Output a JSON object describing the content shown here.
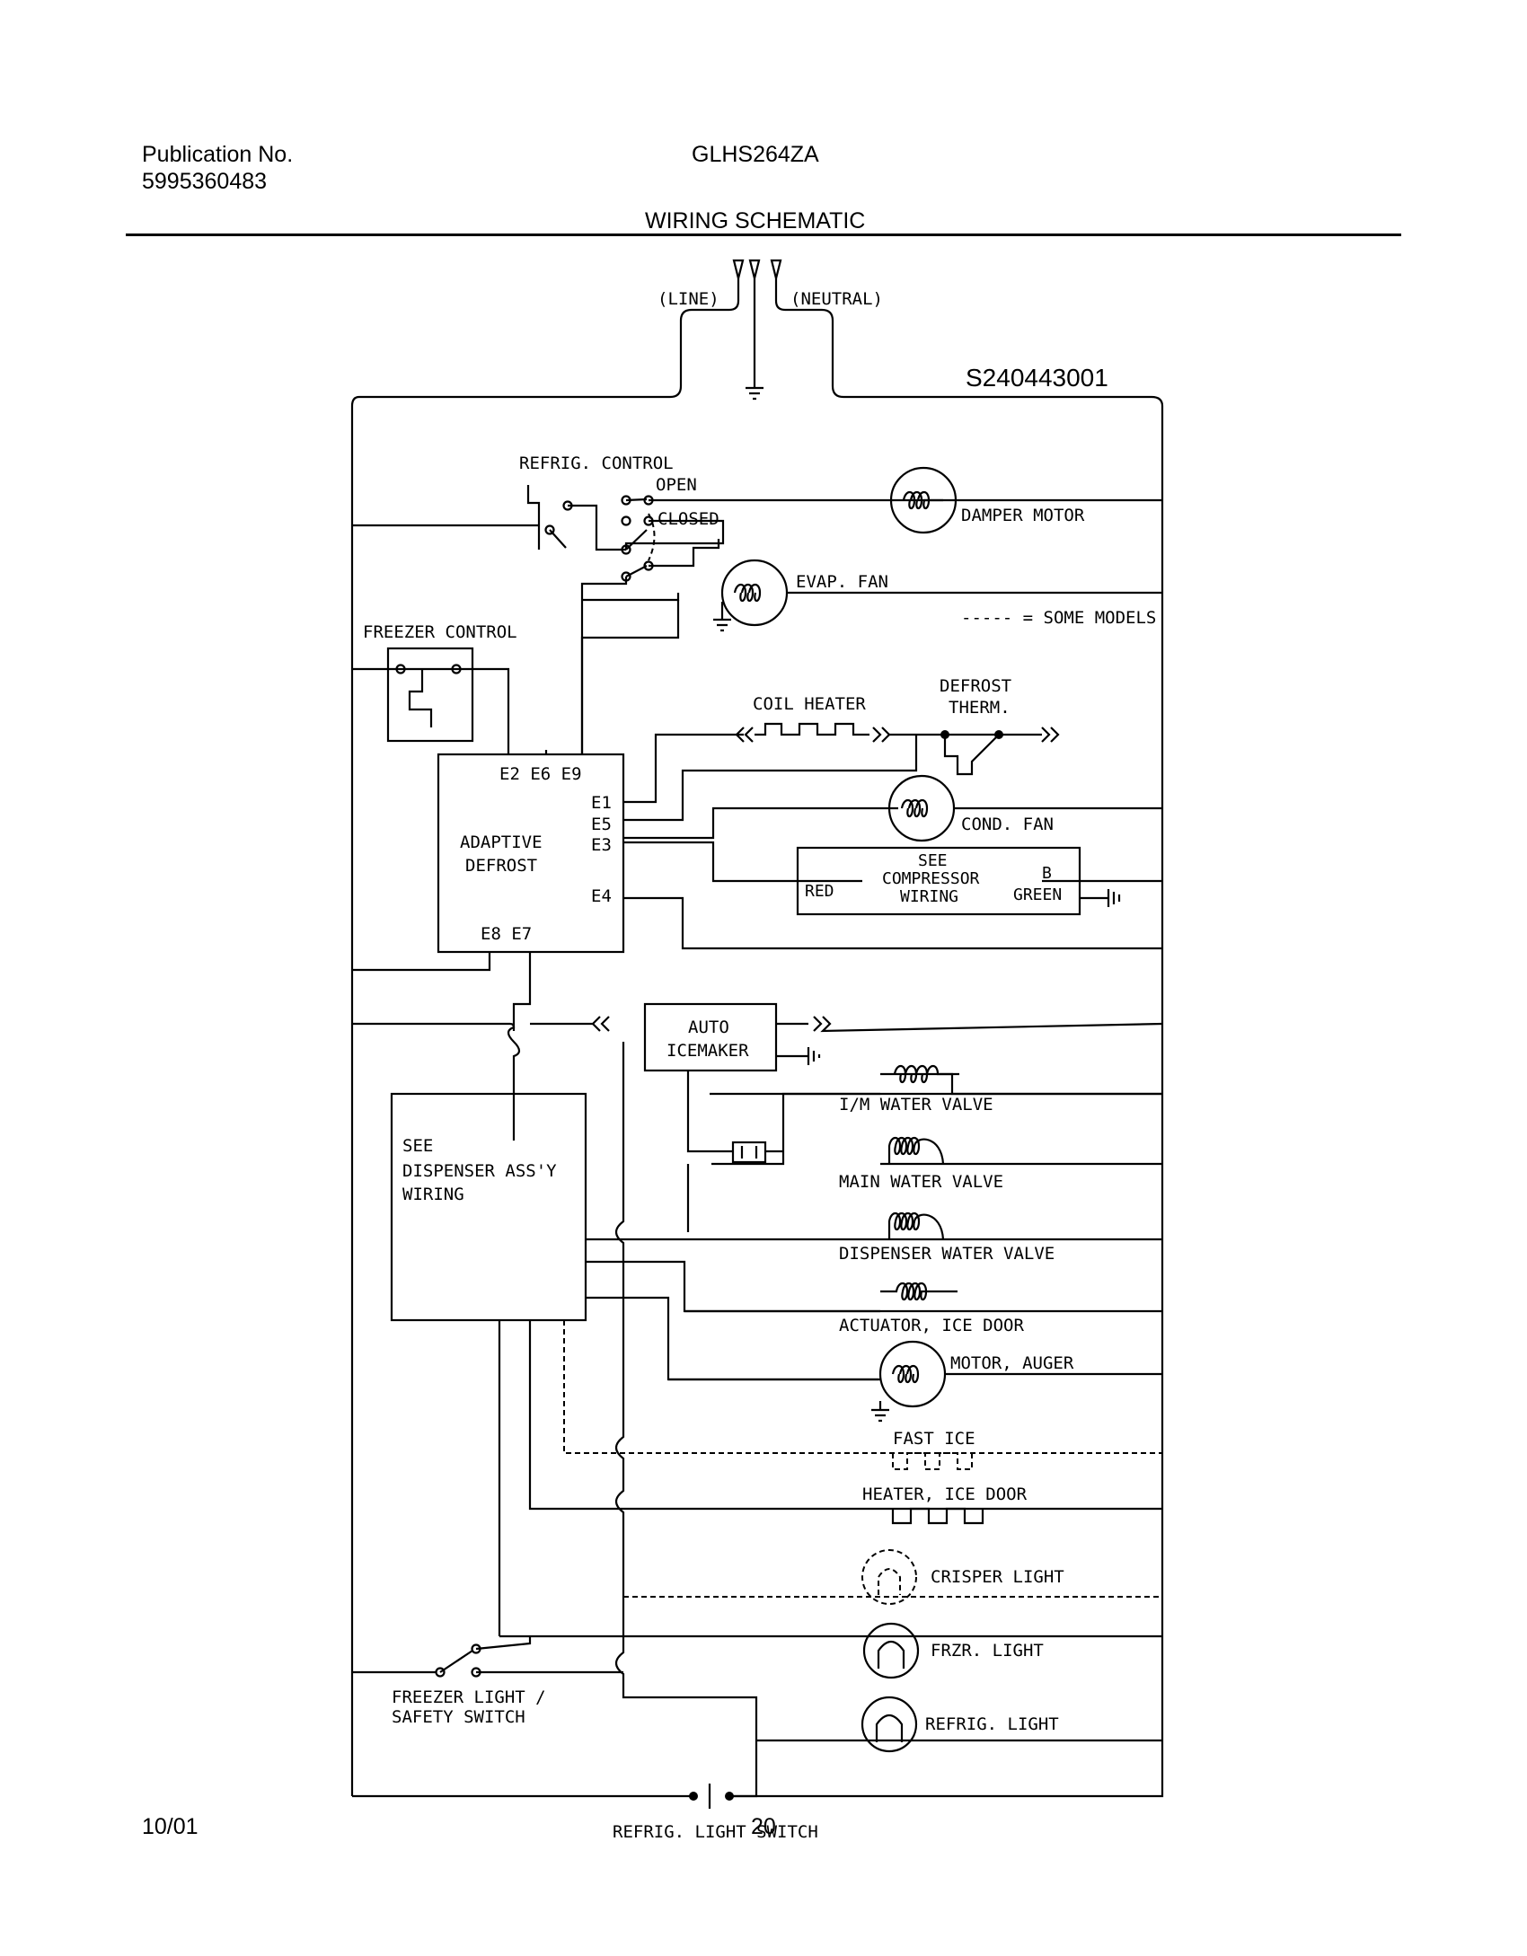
{
  "header": {
    "publication_label": "Publication No.",
    "publication_number": "5995360483",
    "model": "GLHS264ZA",
    "title": "WIRING SCHEMATIC",
    "date": "10/01",
    "page_number": "20"
  },
  "schematic": {
    "part_number": "S240443001",
    "supply": {
      "line": "(LINE)",
      "neutral": "(NEUTRAL)"
    },
    "legend_some_models": "----- = SOME MODELS",
    "refrig_control": {
      "title": "REFRIG. CONTROL",
      "open": "OPEN",
      "closed": "CLOSED"
    },
    "freezer_control": "FREEZER CONTROL",
    "adaptive_defrost": {
      "line1": "ADAPTIVE",
      "line2": "DEFROST",
      "top_terminals": "E2 E6 E9",
      "e1": "E1",
      "e5": "E5",
      "e3": "E3",
      "e4": "E4",
      "bottom_terminals": "E8 E7"
    },
    "components": {
      "damper_motor": "DAMPER MOTOR",
      "evap_fan": "EVAP. FAN",
      "coil_heater": "COIL HEATER",
      "defrost_therm_1": "DEFROST",
      "defrost_therm_2": "THERM.",
      "cond_fan": "COND. FAN",
      "compressor_1": "SEE",
      "compressor_2": "COMPRESSOR",
      "compressor_3": "WIRING",
      "red": "RED",
      "b": "B",
      "green": "GREEN",
      "auto_icemaker_1": "AUTO",
      "auto_icemaker_2": "ICEMAKER",
      "dispenser_1": "SEE",
      "dispenser_2": "DISPENSER ASS'Y",
      "dispenser_3": "WIRING",
      "im_water_valve": "I/M WATER VALVE",
      "main_water_valve": "MAIN WATER VALVE",
      "dispenser_water_valve": "DISPENSER WATER VALVE",
      "actuator_ice_door": "ACTUATOR, ICE DOOR",
      "motor_auger": "MOTOR, AUGER",
      "fast_ice": "FAST ICE",
      "heater_ice_door": "HEATER, ICE DOOR",
      "crisper_light": "CRISPER LIGHT",
      "frzr_light": "FRZR. LIGHT",
      "refrig_light": "REFRIG. LIGHT",
      "freezer_switch_1": "FREEZER LIGHT /",
      "freezer_switch_2": "SAFETY SWITCH",
      "refrig_light_switch": "REFRIG. LIGHT SWITCH"
    }
  }
}
